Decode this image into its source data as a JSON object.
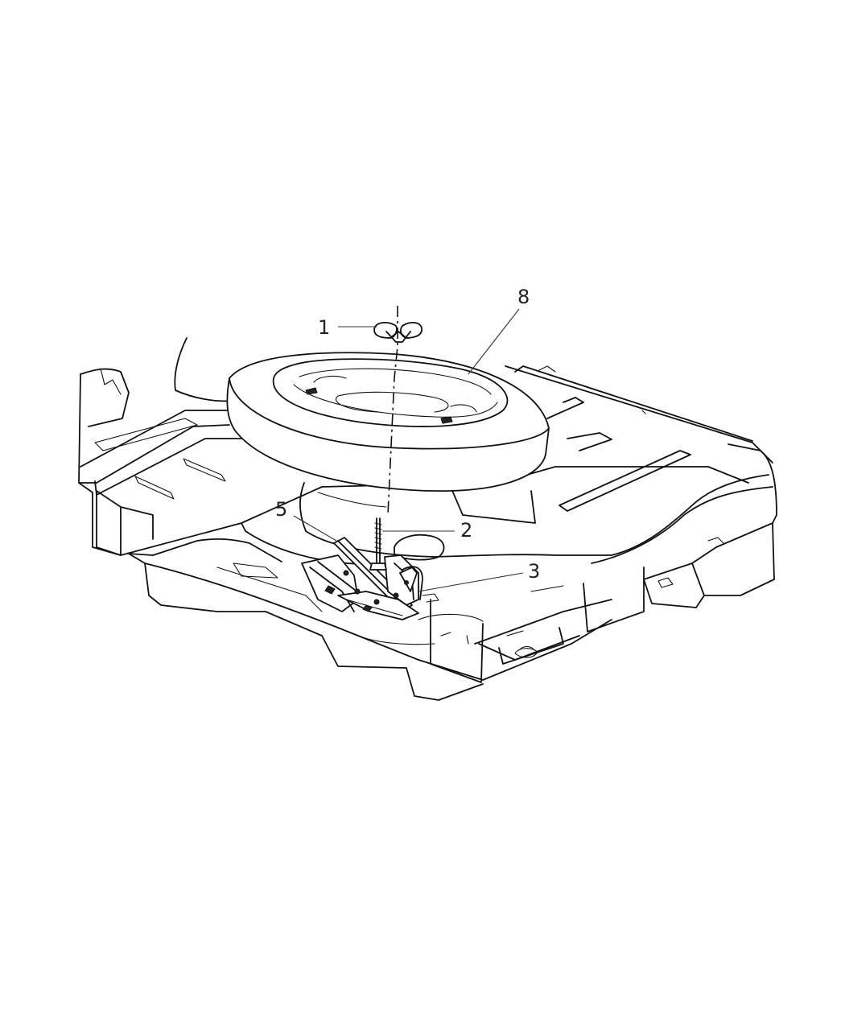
{
  "diagram": {
    "callouts": [
      {
        "id": "1",
        "label": "1",
        "part": "wing-nut"
      },
      {
        "id": "2",
        "label": "2",
        "part": "hold-down-bolt"
      },
      {
        "id": "3",
        "label": "3",
        "part": "jack"
      },
      {
        "id": "5",
        "label": "5",
        "part": "jack-handle"
      },
      {
        "id": "8",
        "label": "8",
        "part": "spare-tire"
      }
    ],
    "colors": {
      "line": "#111111",
      "background": "#ffffff",
      "callout_text": "#222222"
    }
  }
}
